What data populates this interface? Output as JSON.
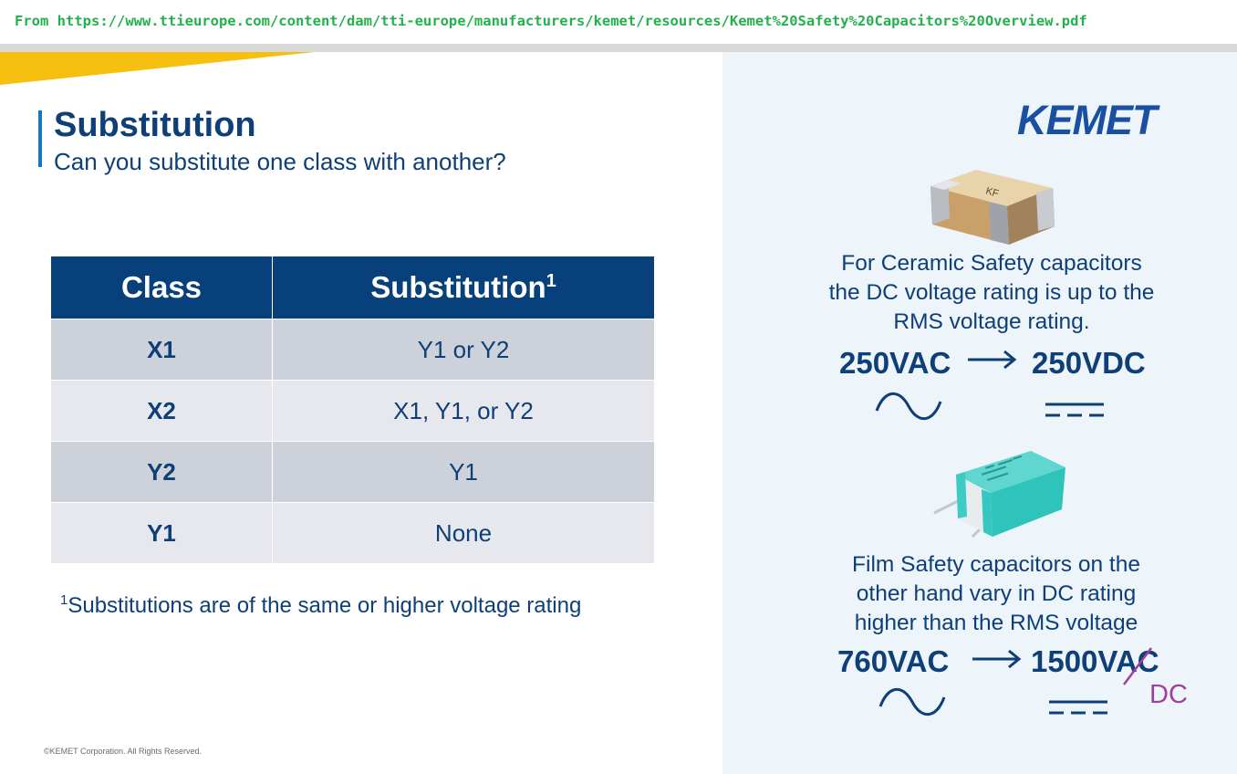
{
  "source": {
    "line": "From  https://www.ttieurope.com/content/dam/tti-europe/manufacturers/kemet/resources/Kemet%20Safety%20Capacitors%20Overview.pdf"
  },
  "slide": {
    "title": "Substitution",
    "subtitle": "Can you substitute one class with another?",
    "table": {
      "headers": {
        "class": "Class",
        "substitution": "Substitution",
        "substitution_sup": "1"
      },
      "rows": [
        {
          "class": "X1",
          "substitution": "Y1 or Y2"
        },
        {
          "class": "X2",
          "substitution": "X1, Y1, or Y2"
        },
        {
          "class": "Y2",
          "substitution": "Y1"
        },
        {
          "class": "Y1",
          "substitution": "None"
        }
      ]
    },
    "footnote": {
      "mark": "1",
      "text": "Substitutions are of the same or higher voltage rating"
    },
    "copyright": "©KEMET Corporation. All Rights Reserved."
  },
  "right_panel": {
    "logo": "KEMET",
    "chip_marking": "KF",
    "ceramic_text": [
      "For Ceramic Safety capacitors",
      "the DC voltage rating is up to the",
      "RMS voltage rating."
    ],
    "ceramic_ac": "250VAC",
    "ceramic_dc": "250VDC",
    "film_text": [
      "Film Safety capacitors on the",
      "other hand vary in DC rating",
      "higher than the RMS voltage"
    ],
    "film_ac": "760VAC",
    "film_dc": "1500VAC",
    "film_dc_correction": "DC"
  },
  "colors": {
    "brand_blue": "#0e3f78",
    "table_header": "#07407a",
    "panel_bg": "#edf4fa",
    "accent_yellow": "#f5c010",
    "source_green": "#22b14c",
    "annotation_purple": "#a0409d"
  },
  "icons": [
    "ac-sine-icon",
    "dc-symbol-icon",
    "right-arrow-icon"
  ]
}
